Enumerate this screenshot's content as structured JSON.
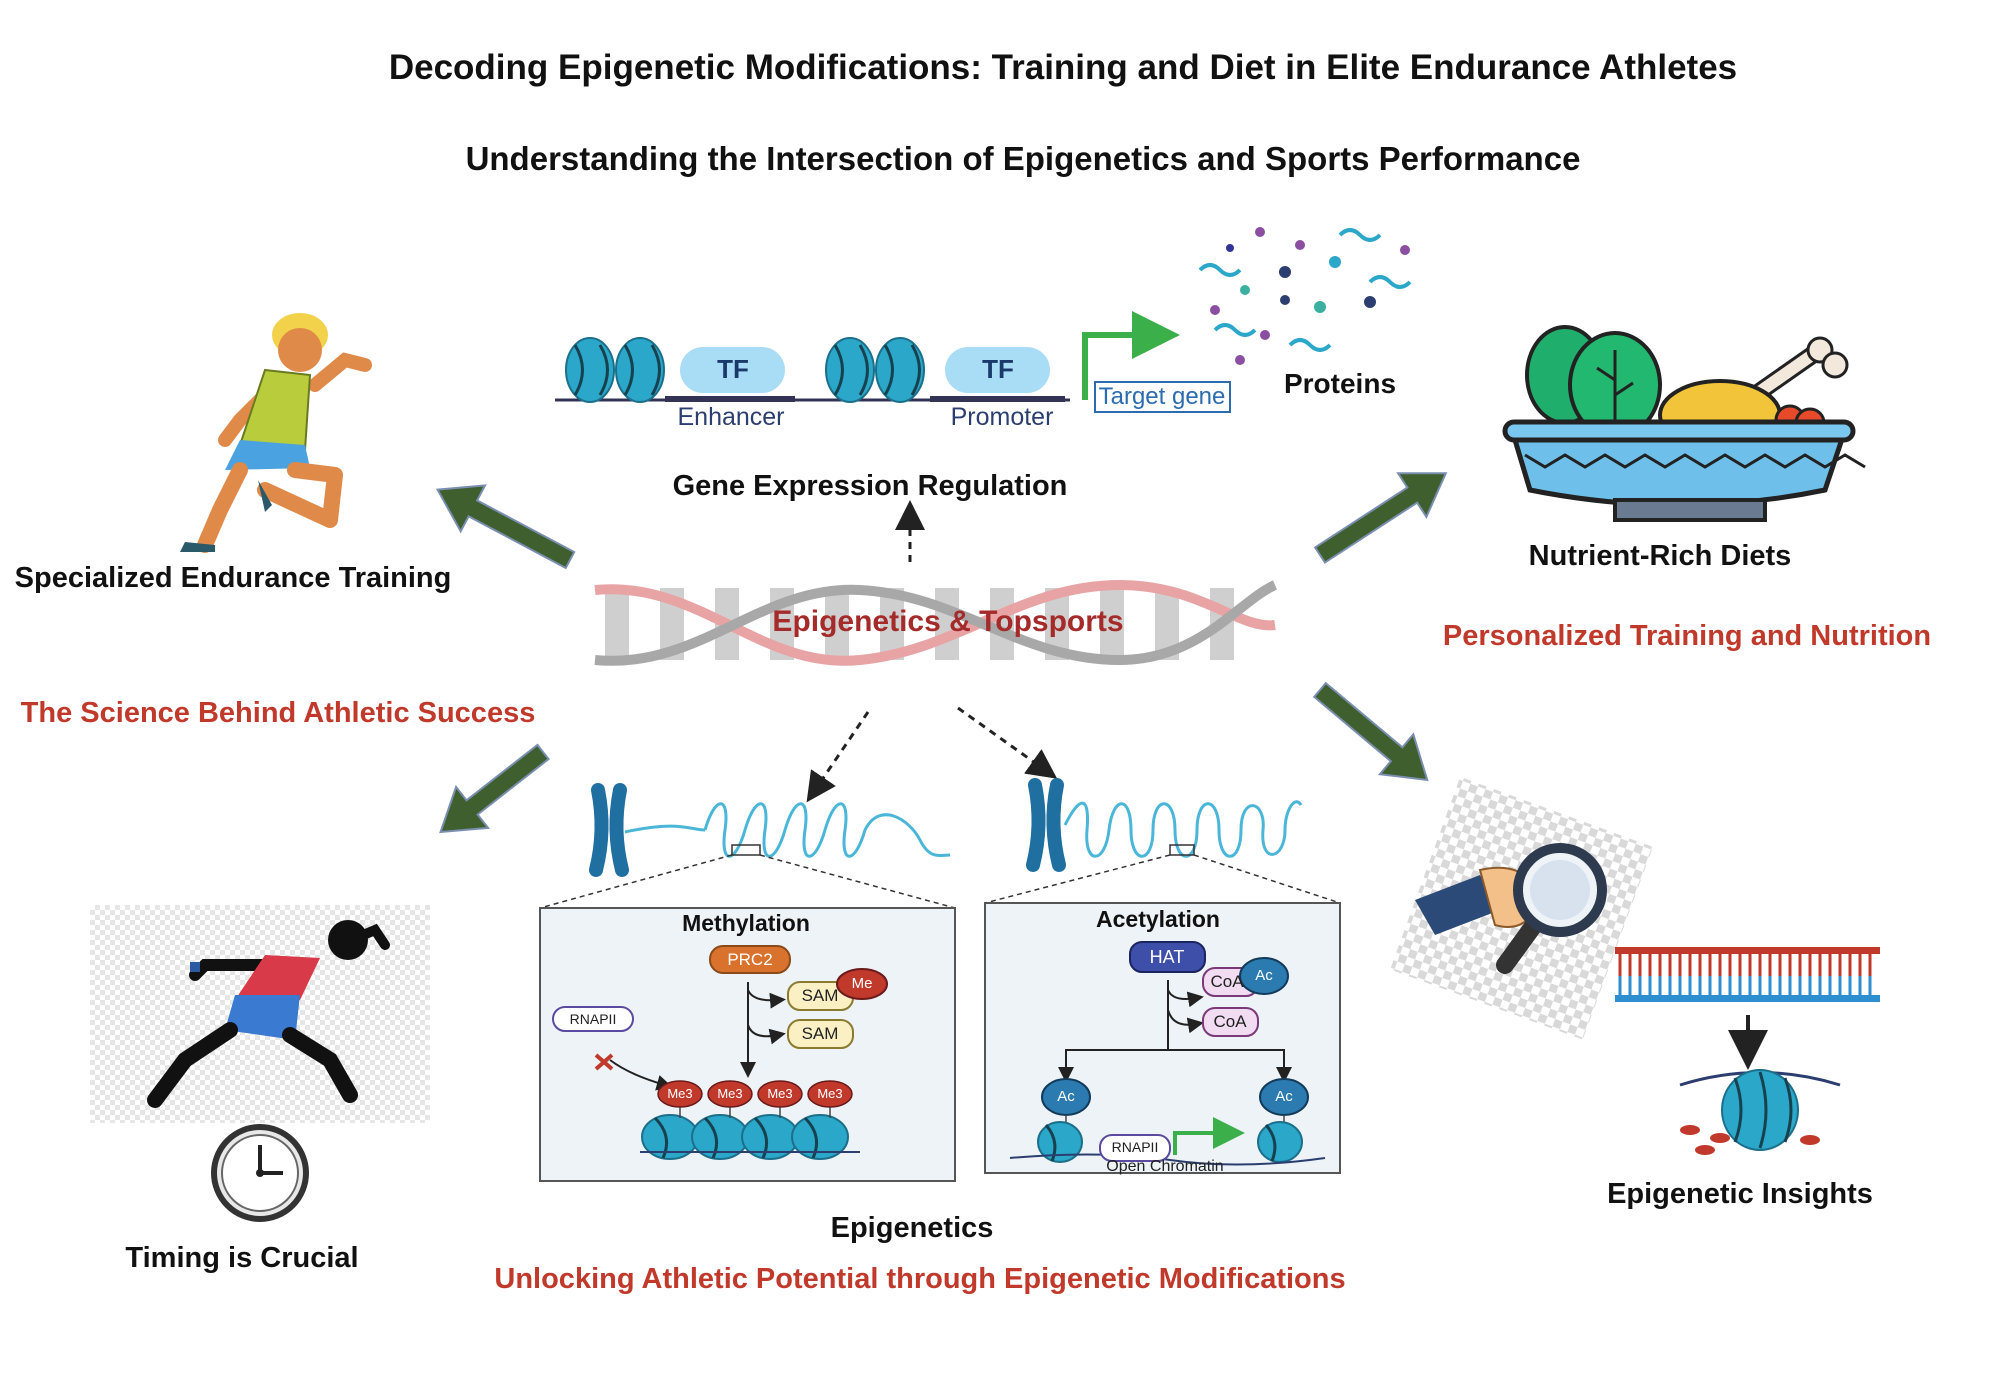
{
  "title": "Decoding Epigenetic Modifications: Training and Diet in Elite Endurance Athletes",
  "subtitle": "Understanding the Intersection of Epigenetics and Sports Performance",
  "center_label": "Epigenetics & Topsports",
  "gene_expression": {
    "heading": "Gene Expression Regulation",
    "tf1": "TF",
    "tf2": "TF",
    "enhancer": "Enhancer",
    "promoter": "Promoter",
    "target_gene": "Target gene",
    "proteins": "Proteins"
  },
  "training": {
    "label": "Specialized Endurance Training",
    "science": "The Science Behind Athletic Success"
  },
  "diet": {
    "label": "Nutrient-Rich Diets",
    "personalized": "Personalized Training and Nutrition"
  },
  "timing": {
    "label": "Timing is Crucial"
  },
  "insights": {
    "label": "Epigenetic Insights"
  },
  "epigenetics": {
    "label": "Epigenetics",
    "tagline": "Unlocking Athletic Potential through Epigenetic Modifications"
  },
  "methylation": {
    "title": "Methylation",
    "prc2": "PRC2",
    "sam1": "SAM",
    "sam2": "SAM",
    "me": "Me",
    "rnapii": "RNAPII",
    "me3": [
      "Me3",
      "Me3",
      "Me3",
      "Me3"
    ]
  },
  "acetylation": {
    "title": "Acetylation",
    "hat": "HAT",
    "coa1": "CoA",
    "coa2": "CoA",
    "ac_top": "Ac",
    "ac_left": "Ac",
    "ac_right": "Ac",
    "rnapii": "RNAPII",
    "open_chromatin": "Open Chromatin"
  },
  "colors": {
    "arrow_green": "#3f5f2e",
    "title_red": "#c0392b",
    "label_red": "#a52a2a",
    "nucleosome_blue": "#2aa7c9",
    "tf_blue": "#a9dcf5",
    "prc2_orange": "#d9722c",
    "hat_purple": "#3d4fa8",
    "me3_red": "#c0392b",
    "ac_blue": "#2b7bb0"
  },
  "icons": [
    "runner-icon",
    "food-bowl-icon",
    "sprinter-icon",
    "clock-icon",
    "magnifier-icon",
    "dna-ladder-icon",
    "nucleosome-icon",
    "chromosome-icon"
  ]
}
